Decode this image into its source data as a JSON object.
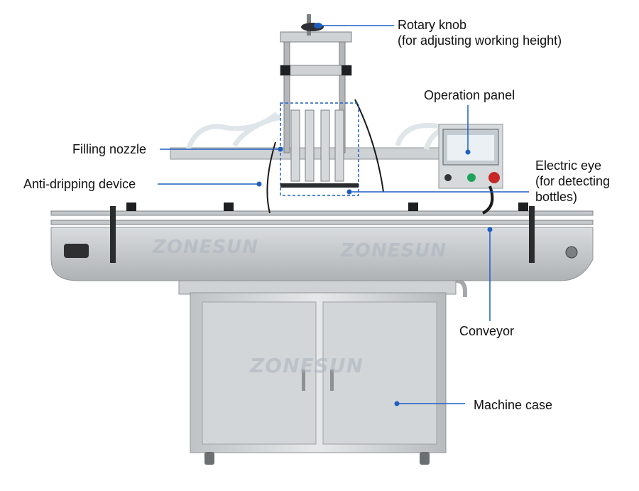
{
  "brand_watermark": "ZONESUN",
  "callout_color": "#1f5fbf",
  "labels": {
    "rotary_knob": {
      "line1": "Rotary knob",
      "line2": "(for adjusting working height)"
    },
    "operation_panel": "Operation panel",
    "filling_nozzle": "Filling nozzle",
    "anti_dripping": "Anti-dripping device",
    "electric_eye": {
      "line1": "Electric eye",
      "line2": "(for detecting",
      "line3": "bottles)"
    },
    "conveyor": "Conveyor",
    "machine_case": "Machine case"
  }
}
